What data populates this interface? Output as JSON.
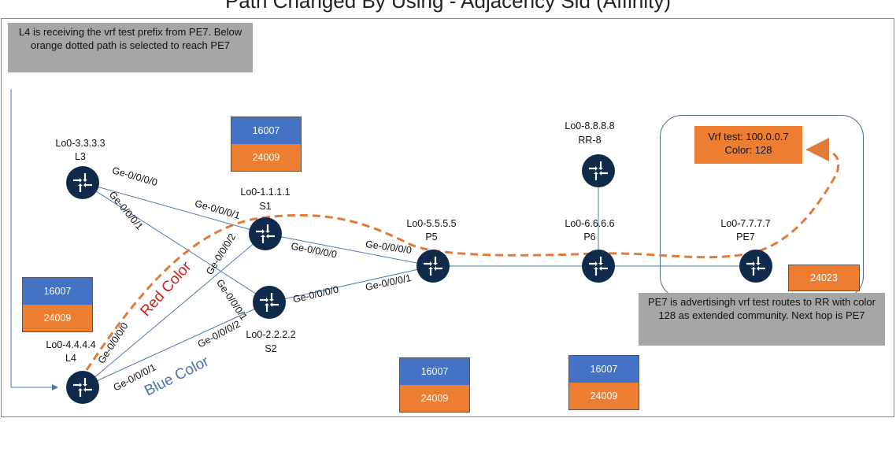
{
  "title": "Path Changed By Using - Adjacency Sid (Affinity)",
  "notes": {
    "top_left": "L4 is receiving the vrf test prefix from PE7. Below orange dotted path is selected to reach PE7",
    "bottom_right": "PE7 is advertisingh vrf test routes to RR with color 128 as extended community.  Next hop is PE7",
    "vrf_line1": "Vrf test: 100.0.0.7",
    "vrf_line2": "Color: 128"
  },
  "routers": {
    "L3": {
      "lo": "Lo0-3.3.3.3",
      "name": "L3"
    },
    "S1": {
      "lo": "Lo0-1.1.1.1",
      "name": "S1"
    },
    "S2": {
      "lo": "Lo0-2.2.2.2",
      "name": "S2"
    },
    "L4": {
      "lo": "Lo0-4.4.4.4",
      "name": "L4"
    },
    "P5": {
      "lo": "Lo0-5.5.5.5",
      "name": "P5"
    },
    "P6": {
      "lo": "Lo0-6.6.6.6",
      "name": "P6"
    },
    "RR8": {
      "lo": "Lo0-8.8.8.8",
      "name": "RR-8"
    },
    "PE7": {
      "lo": "Lo0-7.7.7.7",
      "name": "PE7"
    }
  },
  "interfaces": {
    "l3_s1": "Ge-0/0/0/0",
    "l3_s2": "Ge-0/0/0/1",
    "s1_l3": "Ge-0/0/0/1",
    "s1_p5": "Ge-0/0/0/0",
    "s1_l4": "Ge-0/0/0/2",
    "s2_l3": "Ge-0/0/0/1",
    "s2_p5": "Ge-0/0/0/0",
    "s2_l4": "Ge-0/0/0/2",
    "l4_s1": "Ge-0/0/0/0",
    "l4_s2": "Ge-0/0/0/1",
    "p5_s1": "Ge-0/0/0/0",
    "p5_s2": "Ge-0/0/0/1"
  },
  "labels": {
    "s1_stack": [
      "16007",
      "24009"
    ],
    "l4_stack": [
      "16007",
      "24009"
    ],
    "p5_stack": [
      "16007",
      "24009"
    ],
    "p6_stack": [
      "16007",
      "24009"
    ],
    "pe7_label": "24023"
  },
  "paths": {
    "red": "Red Color",
    "blue": "Blue Color"
  },
  "colors": {
    "router": "#0f2a4a",
    "link": "#4a7ab5",
    "path_orange": "#e07b39",
    "red_text": "#cc1f1f",
    "blue_text": "#4a73b0",
    "label_blue": "#4472c4",
    "label_orange": "#ed7d31",
    "note_gray": "#a6a6a6"
  }
}
